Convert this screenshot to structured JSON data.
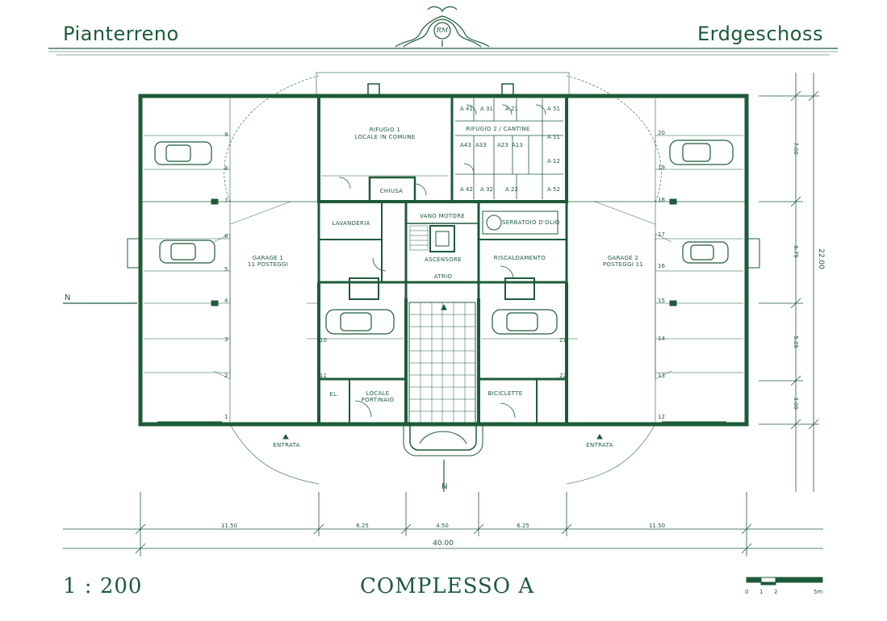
{
  "header": {
    "left_title": "Pianterreno",
    "right_title": "Erdgeschoss",
    "logo": "RM"
  },
  "footer": {
    "scale": "1 : 200",
    "project_title": "COMPLESSO A"
  },
  "scalebar": {
    "ticks": [
      "0",
      "1",
      "2",
      "5m"
    ]
  },
  "rooms": {
    "rifugio1_a": "RIFUGIO 1",
    "rifugio1_b": "LOCALE IN COMUNE",
    "rifugio2": "RIFUGIO 2 / CANTINE",
    "chiusa": "CHIUSA",
    "lavanderia": "LAVANDERIA",
    "vano_motore": "VANO MOTORE",
    "serbatoio": "SERBATOIO D'OLIO",
    "ascensore": "ASCENSORE",
    "riscaldamento": "RISCALDAMENTO",
    "atrio": "ATRIO",
    "garage1_a": "GARAGE 1",
    "garage1_b": "11 POSTEGGI",
    "garage2_a": "GARAGE 2",
    "garage2_b": "POSTEGGI 11",
    "el": "EL.",
    "portinaio_a": "LOCALE",
    "portinaio_b": "PORTINAIO",
    "biciclette": "BICICLETTE",
    "entrata_left": "ENTRATA",
    "entrata_right": "ENTRATA"
  },
  "cellars": {
    "top": [
      "A 41",
      "A 31",
      "A 21",
      "A 51"
    ],
    "mid": [
      "A43",
      "A33",
      "A23",
      "A13"
    ],
    "right": [
      "A 11",
      "A 12"
    ],
    "bottom": [
      "A 42",
      "A 32",
      "A 22",
      "A 52"
    ]
  },
  "parking_left": [
    "9",
    "8",
    "7",
    "6",
    "5",
    "4",
    "3",
    "2",
    "1"
  ],
  "parking_left_inner": [
    "10",
    "11"
  ],
  "parking_right": [
    "20",
    "19",
    "18",
    "17",
    "16",
    "15",
    "14",
    "13",
    "12"
  ],
  "parking_right_inner": [
    "21",
    "22"
  ],
  "dimensions_h": [
    "11.50",
    "6.25",
    "4.50",
    "6.25",
    "11.50"
  ],
  "dimension_total_h": "40.00",
  "dimensions_v": [
    "7.00",
    "6.75",
    "5.25",
    "3.00"
  ],
  "dimension_total_v": "22.00",
  "north_marks": [
    "N",
    "N"
  ],
  "colors": {
    "ink": "#1d5a3a",
    "background": "#ffffff"
  }
}
